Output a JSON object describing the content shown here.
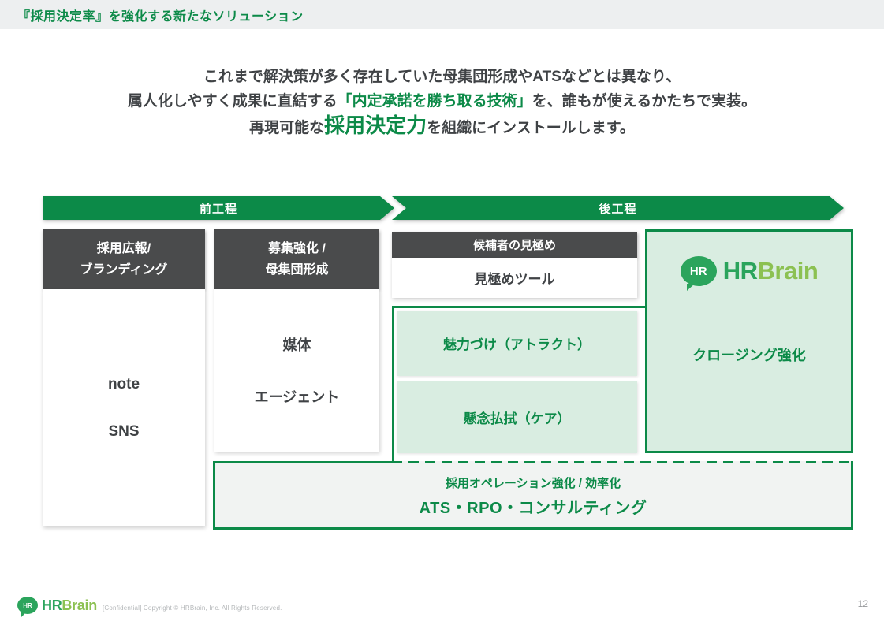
{
  "colors": {
    "green": "#0c8a48",
    "light_green_bg": "#d9ede1",
    "dark_header_bg": "#4a4b4c",
    "topbar_bg": "#edeff0",
    "ops_bg": "#f1f3f2",
    "body_text": "#3f4245",
    "logo_bubble": "#2ba45c",
    "logo_hr": "#2ba45c",
    "logo_brain": "#8cc152",
    "muted_text": "#b5b8ba",
    "page_text": "#97999b"
  },
  "header": {
    "title": "『採用決定率』を強化する新たなソリューション"
  },
  "intro": {
    "line1": "これまで解決策が多く存在していた母集団形成やATSなどとは異なり、",
    "line2_pre": "属人化しやすく成果に直結する",
    "line2_highlight": "「内定承諾を勝ち取る技術」",
    "line2_post": "を、誰もが使えるかたちで実装。",
    "line3_pre": "再現可能な",
    "line3_highlight": "採用決定力",
    "line3_post": "を組織にインストールします。"
  },
  "process_arrows": {
    "front": "前工程",
    "back": "後工程"
  },
  "columns": {
    "pr": {
      "header_line1": "採用広報/",
      "header_line2": "ブランディング",
      "items": [
        "note",
        "SNS"
      ]
    },
    "sourcing": {
      "header_line1": "募集強化 /",
      "header_line2": "母集団形成",
      "items": [
        "媒体",
        "エージェント"
      ]
    },
    "screening": {
      "header": "候補者の見極め",
      "body": "見極めツール"
    }
  },
  "closing_funnel": {
    "attract": "魅力づけ（アトラクト）",
    "care": "懸念払拭（ケア）",
    "closing": "クロージング強化"
  },
  "logo": {
    "bubble": "HR",
    "hr": "HR",
    "brain": "Brain"
  },
  "operations_bar": {
    "line1": "採用オペレーション強化 / 効率化",
    "line2": "ATS・RPO・コンサルティング"
  },
  "footer": {
    "confidential": "[Confidential] Copyright © HRBrain, Inc. All Rights Reserved.",
    "page_number": "12"
  }
}
